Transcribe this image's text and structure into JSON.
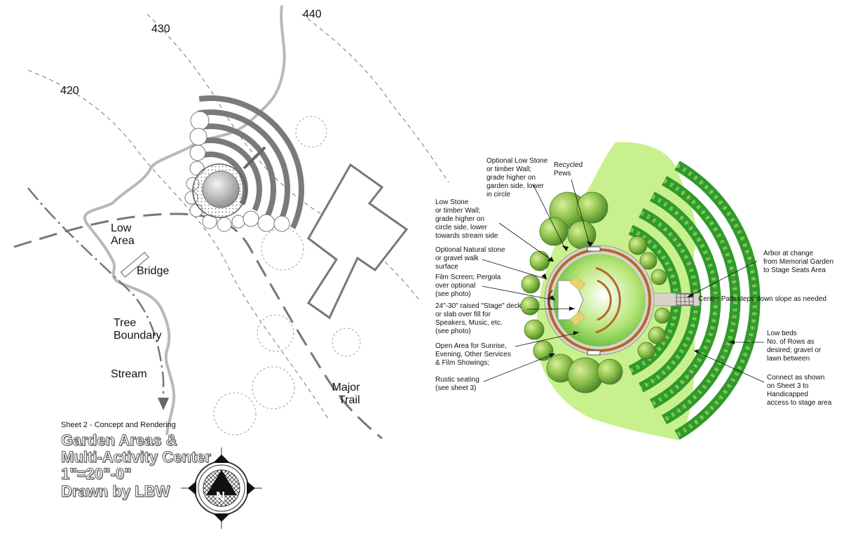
{
  "contours": [
    {
      "id": "c420",
      "label": "420"
    },
    {
      "id": "c430",
      "label": "430"
    },
    {
      "id": "c440",
      "label": "440"
    }
  ],
  "site_labels": {
    "low_area": [
      "Low",
      "Area"
    ],
    "bridge": "Bridge",
    "tree_boundary": [
      "Tree",
      "Boundary"
    ],
    "stream": "Stream",
    "major_trail": [
      "Major",
      "Trail"
    ]
  },
  "title_block": {
    "sheet": "Sheet 2 - Concept and Rendering",
    "lines": [
      "Garden Areas &",
      "Multi-Activity Center",
      "1\"=20\"-0\"",
      "Drawn by LBW"
    ],
    "north_letter": "N"
  },
  "notes": {
    "optional_low_stone": [
      "Optional Low Stone",
      "or timber Wall;",
      "grade higher on",
      "garden side, lower",
      "in circle"
    ],
    "recycled_pews": [
      "Recycled",
      "Pews"
    ],
    "low_stone_wall": [
      "Low Stone",
      "or timber Wall;",
      "grade higher on",
      "circle side, lower",
      "towards stream side"
    ],
    "natural_stone": [
      "Optional Natural stone",
      "or gravel walk",
      "surface"
    ],
    "film_screen": [
      "Film Screen; Pergola",
      "over optional",
      "(see photo)"
    ],
    "stage_deck": [
      "24\"-30\" raised \"Stage\" deck",
      "or slab over fill for",
      "Speakers, Music, etc.",
      "(see photo)"
    ],
    "open_area": [
      "Open Area for Sunrise,",
      "Evening, Other Services",
      "& Film Showings;"
    ],
    "rustic_seating": [
      "Rustic seating",
      "(see sheet 3)"
    ],
    "arbor": [
      "Arbor at change",
      "from Memorial Garden",
      "to Stage Seats Area"
    ],
    "center_path": "Center Path steps down slope as needed",
    "low_beds": [
      "Low beds",
      "No. of Rows as",
      "desired; gravel or",
      "lawn between"
    ],
    "connect": [
      "Connect as shown",
      "on Sheet 3 to",
      "Handicapped",
      "access to stage area"
    ]
  },
  "colors": {
    "lawn": "#c8f08c",
    "bed_green": "#2f9a2a",
    "bed_light": "#5cc43c",
    "flower_pink": "#c86f9a",
    "path_grey": "#d8d4cc",
    "ring_brown": "#b36a2a",
    "tree_green": "#6aa83a",
    "stage_yellow": "#e8d46a",
    "plan_grey": "#777777"
  }
}
